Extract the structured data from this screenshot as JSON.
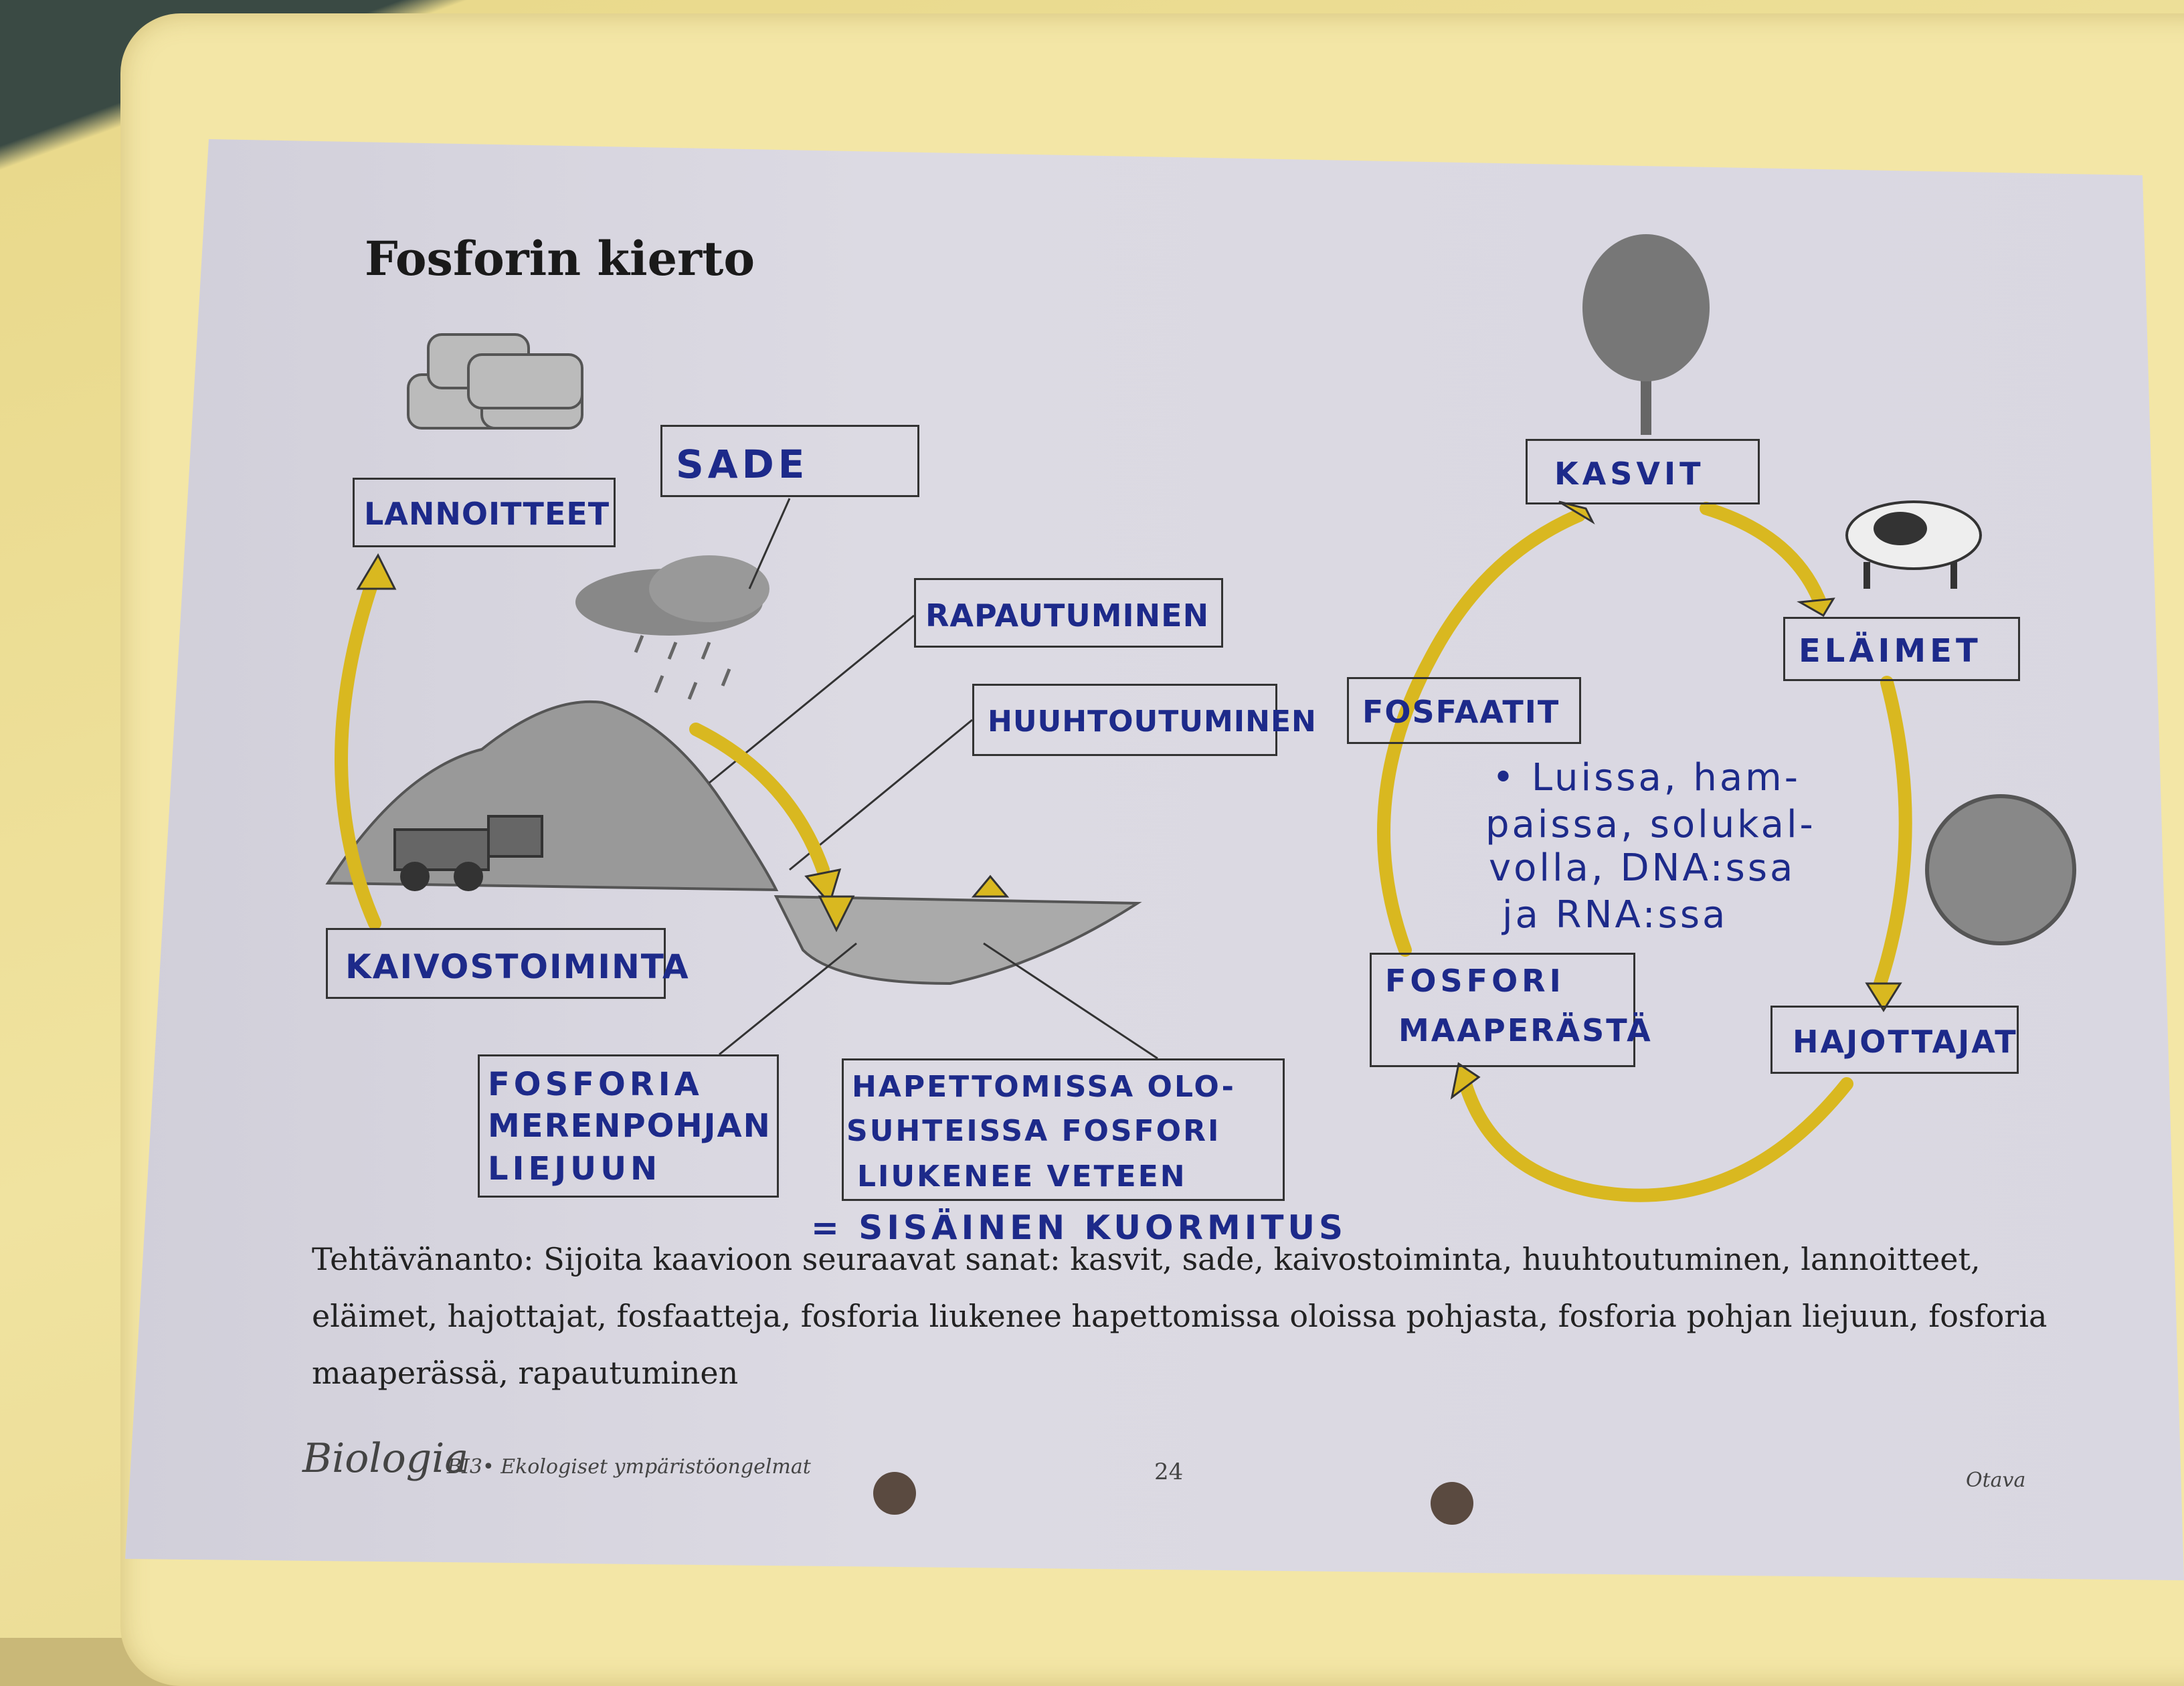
{
  "title": "Fosforin kierto",
  "labels": {
    "lannoitteet": "LANNOITTEET",
    "sade": "SADE",
    "rapautuminen": "RAPAUTUMINEN",
    "huuhtoutuminen": "HUUHTOUTUMINEN",
    "kaivostoiminta": "KAIVOSTOIMINTA",
    "fosforia_pohja": [
      "FOSFORIA",
      "MERENPOHJAN",
      "LIEJUUN"
    ],
    "hapettomissa": [
      "HAPETTOMISSA OLO-",
      "SUHTEISSA FOSFORI",
      "LIUKENEE VETEEN"
    ],
    "sisainen": "= SISÄINEN KUORMITUS",
    "kasvit": "KASVIT",
    "elaimet": "ELÄIMET",
    "fosfaatit": "FOSFAATIT",
    "fosfori_maaperasta": [
      "FOSFORI",
      "MAAPERÄSTÄ"
    ],
    "hajottajat": "HAJOTTAJAT",
    "note": [
      "• Luissa, ham-",
      "paissa, solukal-",
      "volla, DNA:ssa",
      "ja RNA:ssa"
    ]
  },
  "task": [
    "Tehtävänanto: Sijoita kaavioon seuraavat sanat: kasvit, sade, kaivostoiminta, huuhtoutuminen, lannoitteet,",
    "eläimet, hajottajat, fosfaatteja, fosforia liukenee hapettomissa oloissa pohjasta, fosforia pohjan liejuun, fosforia",
    "maaperässä, rapautuminen"
  ],
  "footer": {
    "brand": "Biologia",
    "course": "BI3• Ekologiset ympäristöongelmat",
    "page": "24",
    "publisher": "Otava"
  },
  "colors": {
    "ink": "#1d2a8a",
    "arrow": "#d9b820"
  }
}
